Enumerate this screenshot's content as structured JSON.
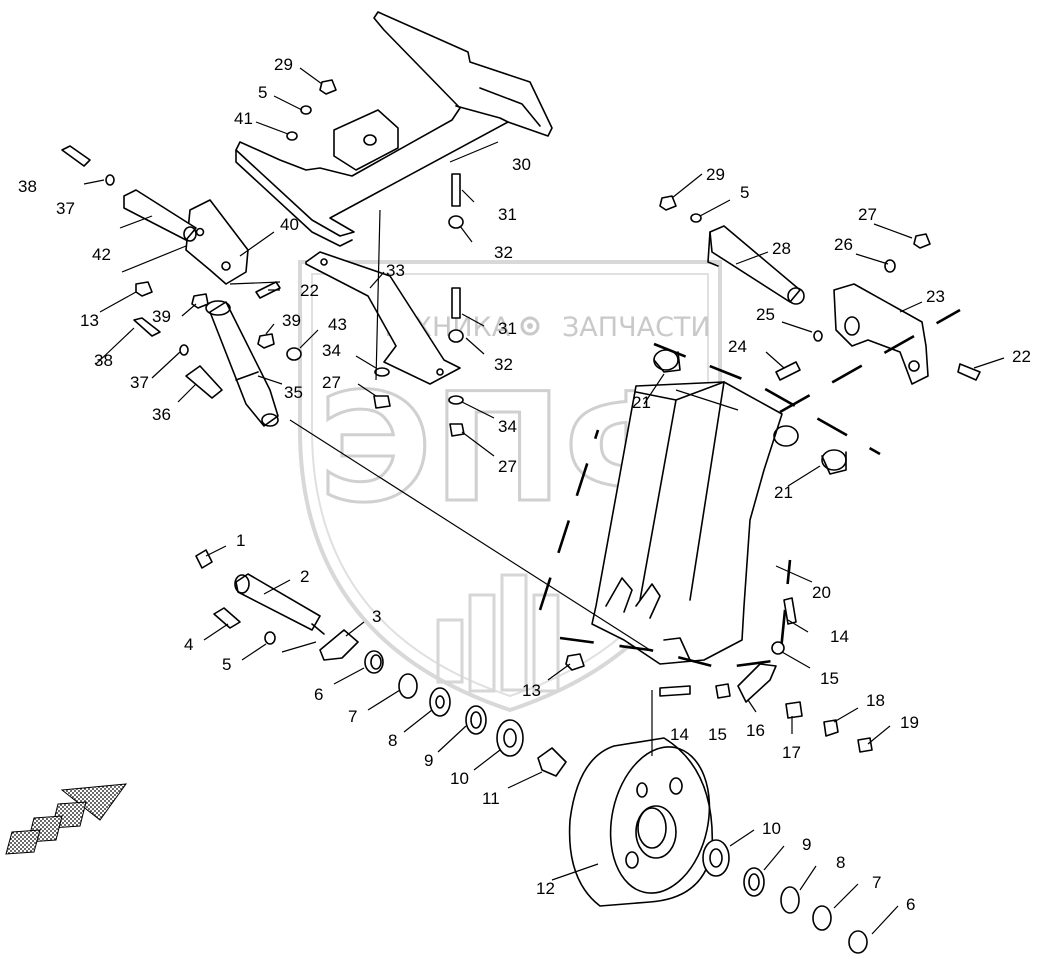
{
  "watermark": {
    "left_word": "ТЕХНИКА",
    "right_word": "ЗАПЧАСТИ",
    "logo_letters": "ЭПФ"
  },
  "callouts": [
    {
      "id": "c29a",
      "text": "29"
    },
    {
      "id": "c5a",
      "text": "5"
    },
    {
      "id": "c41",
      "text": "41"
    },
    {
      "id": "c38a",
      "text": "38"
    },
    {
      "id": "c37a",
      "text": "37"
    },
    {
      "id": "c42",
      "text": "42"
    },
    {
      "id": "c40",
      "text": "40"
    },
    {
      "id": "c30",
      "text": "30"
    },
    {
      "id": "c31a",
      "text": "31"
    },
    {
      "id": "c32a",
      "text": "32"
    },
    {
      "id": "c33",
      "text": "33"
    },
    {
      "id": "c22a",
      "text": "22"
    },
    {
      "id": "c13a",
      "text": "13"
    },
    {
      "id": "c39a",
      "text": "39"
    },
    {
      "id": "c39b",
      "text": "39"
    },
    {
      "id": "c43",
      "text": "43"
    },
    {
      "id": "c38b",
      "text": "38"
    },
    {
      "id": "c37b",
      "text": "37"
    },
    {
      "id": "c36",
      "text": "36"
    },
    {
      "id": "c35",
      "text": "35"
    },
    {
      "id": "c34a",
      "text": "34"
    },
    {
      "id": "c27a",
      "text": "27"
    },
    {
      "id": "c31b",
      "text": "31"
    },
    {
      "id": "c32b",
      "text": "32"
    },
    {
      "id": "c34b",
      "text": "34"
    },
    {
      "id": "c27b",
      "text": "27"
    },
    {
      "id": "c29b",
      "text": "29"
    },
    {
      "id": "c5b",
      "text": "5"
    },
    {
      "id": "c27c",
      "text": "27"
    },
    {
      "id": "c26",
      "text": "26"
    },
    {
      "id": "c28",
      "text": "28"
    },
    {
      "id": "c23",
      "text": "23"
    },
    {
      "id": "c25",
      "text": "25"
    },
    {
      "id": "c24",
      "text": "24"
    },
    {
      "id": "c22b",
      "text": "22"
    },
    {
      "id": "c21a",
      "text": "21"
    },
    {
      "id": "c21b",
      "text": "21"
    },
    {
      "id": "c20",
      "text": "20"
    },
    {
      "id": "c1",
      "text": "1"
    },
    {
      "id": "c2",
      "text": "2"
    },
    {
      "id": "c3",
      "text": "3"
    },
    {
      "id": "c4",
      "text": "4"
    },
    {
      "id": "c5c",
      "text": "5"
    },
    {
      "id": "c6a",
      "text": "6"
    },
    {
      "id": "c7a",
      "text": "7"
    },
    {
      "id": "c8a",
      "text": "8"
    },
    {
      "id": "c9a",
      "text": "9"
    },
    {
      "id": "c10a",
      "text": "10"
    },
    {
      "id": "c11",
      "text": "11"
    },
    {
      "id": "c13b",
      "text": "13"
    },
    {
      "id": "c14a",
      "text": "14"
    },
    {
      "id": "c15a",
      "text": "15"
    },
    {
      "id": "c14b",
      "text": "14"
    },
    {
      "id": "c15b",
      "text": "15"
    },
    {
      "id": "c16",
      "text": "16"
    },
    {
      "id": "c17",
      "text": "17"
    },
    {
      "id": "c18",
      "text": "18"
    },
    {
      "id": "c19",
      "text": "19"
    },
    {
      "id": "c12",
      "text": "12"
    },
    {
      "id": "c10b",
      "text": "10"
    },
    {
      "id": "c9b",
      "text": "9"
    },
    {
      "id": "c8b",
      "text": "8"
    },
    {
      "id": "c7b",
      "text": "7"
    },
    {
      "id": "c6b",
      "text": "6"
    }
  ]
}
